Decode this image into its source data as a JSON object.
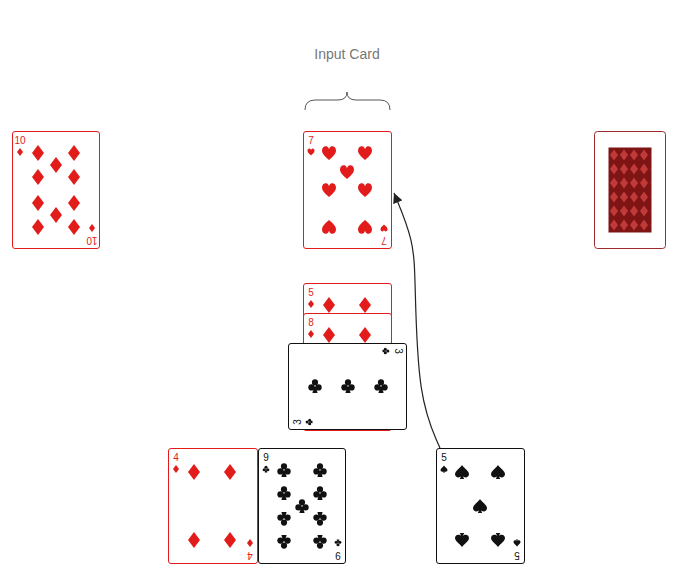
{
  "diagram": {
    "nodes": [
      {
        "text": [
          "10",
          "10"
        ]
      },
      {
        "text": [
          "7",
          "7"
        ]
      },
      {
        "text": [
          "5"
        ]
      },
      {
        "text": [
          "8"
        ]
      },
      {
        "text": [
          "3",
          "3"
        ]
      },
      {
        "text": [
          "4",
          "4"
        ]
      },
      {
        "text": [
          "9",
          "9"
        ]
      },
      {
        "text": [
          "5",
          "5"
        ]
      }
    ],
    "edges": [
      {
        "from": 7,
        "to": 1,
        "arrow": "to"
      }
    ],
    "labels": [
      "Input Card"
    ]
  }
}
